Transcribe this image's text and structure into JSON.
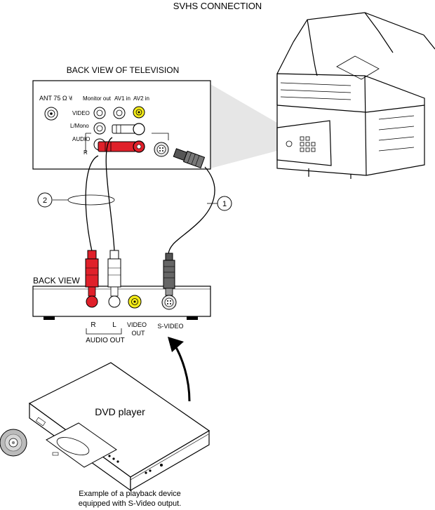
{
  "title": "SVHS CONNECTION",
  "tv_panel": {
    "heading": "BACK VIEW OF TELEVISION",
    "ant_label": "ANT 75 Ω ˥˩˦",
    "monitor_out": "Monitor out",
    "av1_in": "AV1 in",
    "av2_in": "AV2  in",
    "video_label": "VIDEO",
    "lmono_label": "L/Mono",
    "audio_label": "AUDIO",
    "r_label": "R"
  },
  "callouts": {
    "cable_1": "1",
    "cable_2": "2"
  },
  "device": {
    "heading": "BACK VIEW",
    "r_label": "R",
    "l_label": "L",
    "audio_out": "AUDIO OUT",
    "video_out_line1": "VIDEO",
    "video_out_line2": "OUT",
    "svideo_label": "S-VIDEO"
  },
  "dvd_label": "DVD player",
  "caption_line1": "Example of a playback device",
  "caption_line2": "equipped with S-Video output.",
  "colors": {
    "red_plug": "#e0202a",
    "white_plug": "#ffffff",
    "yellow_jack": "#f5ec1a",
    "black_plug": "#555555"
  }
}
